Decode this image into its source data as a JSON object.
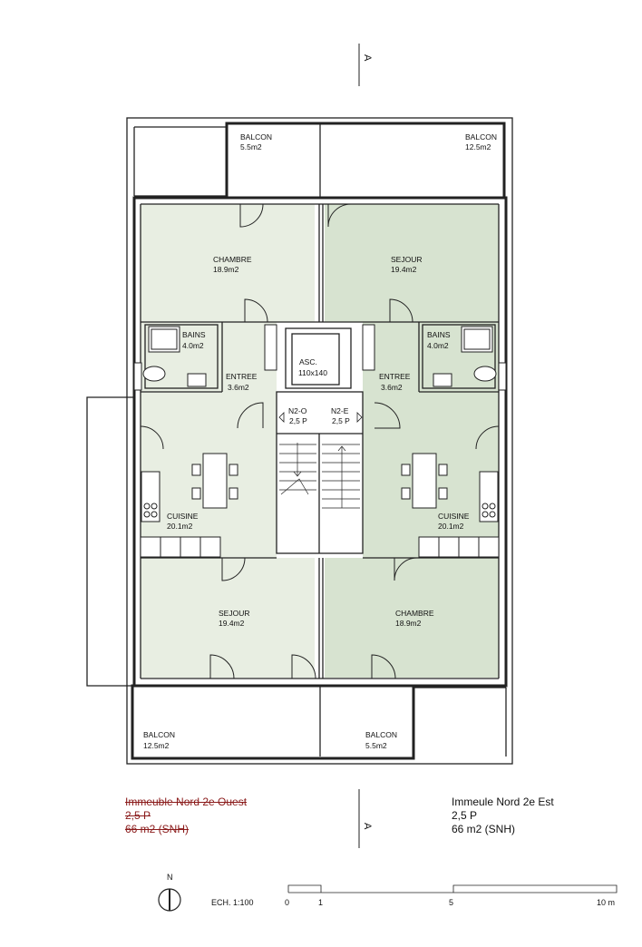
{
  "plan": {
    "rooms": {
      "balcon_no": {
        "name": "BALCON",
        "area": "5.5m2"
      },
      "balcon_ne": {
        "name": "BALCON",
        "area": "12.5m2"
      },
      "chambre_nw": {
        "name": "CHAMBRE",
        "area": "18.9m2"
      },
      "sejour_ne": {
        "name": "SEJOUR",
        "area": "19.4m2"
      },
      "bains_w": {
        "name": "BAINS",
        "area": "4.0m2"
      },
      "bains_e": {
        "name": "BAINS",
        "area": "4.0m2"
      },
      "entree_w": {
        "name": "ENTREE",
        "area": "3.6m2"
      },
      "entree_e": {
        "name": "ENTREE",
        "area": "3.6m2"
      },
      "asc": {
        "name": "ASC.",
        "size": "110x140"
      },
      "cuisine_w": {
        "name": "CUISINE",
        "area": "20.1m2"
      },
      "cuisine_e": {
        "name": "CUISINE",
        "area": "20.1m2"
      },
      "sejour_sw": {
        "name": "SEJOUR",
        "area": "19.4m2"
      },
      "chambre_se": {
        "name": "CHAMBRE",
        "area": "18.9m2"
      },
      "balcon_sw": {
        "name": "BALCON",
        "area": "12.5m2"
      },
      "balcon_se": {
        "name": "BALCON",
        "area": "5.5m2"
      }
    },
    "unit_tags": {
      "west": {
        "code": "N2-O",
        "rooms": "2,5 P"
      },
      "east": {
        "code": "N2-E",
        "rooms": "2,5 P"
      }
    },
    "section_marker": "A",
    "colors": {
      "light_green": "#e8eee2",
      "mid_green": "#d7e3d0",
      "wall": "#222222"
    }
  },
  "info_west": {
    "line1": "Immeuble Nord 2e Ouest",
    "line2": "2,5 P",
    "line3": "66 m2 (SNH)"
  },
  "info_east": {
    "line1": "Immeule Nord 2e Est",
    "line2": "2,5 P",
    "line3": "66 m2 (SNH)"
  },
  "footer": {
    "north": "N",
    "scale_label": "ECH. 1:100",
    "scale_ticks": [
      "0",
      "1",
      "5",
      "10 m"
    ]
  }
}
